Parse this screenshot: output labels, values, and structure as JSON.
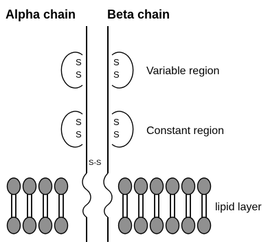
{
  "chains": {
    "alpha_label": "Alpha chain",
    "beta_label": "Beta chain"
  },
  "regions": {
    "variable_label": "Variable region",
    "constant_label": "Constant region"
  },
  "bonds": {
    "disulfide_symbol": "S",
    "interchain_label": "S-S"
  },
  "membrane": {
    "label": "lipid layer"
  }
}
